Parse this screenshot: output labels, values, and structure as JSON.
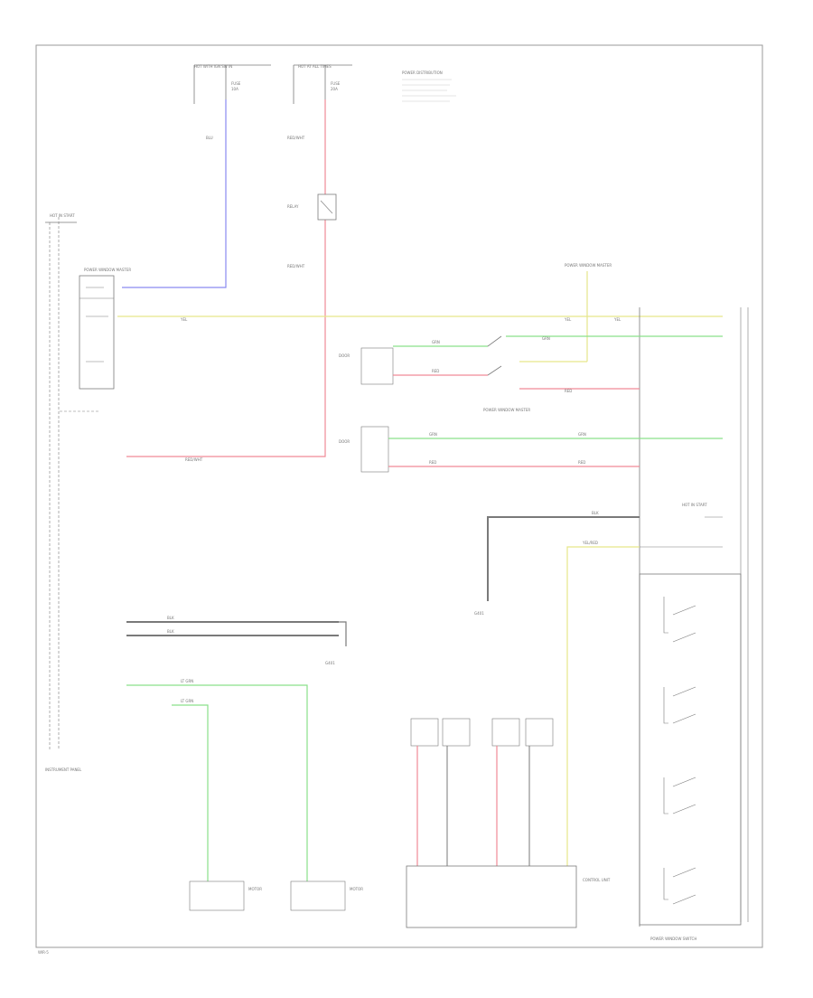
{
  "colors": {
    "frame": "#9a9a9a",
    "wire_dark": "#7a7a7a",
    "wire_blue": "#8a8af0",
    "wire_red": "#f08a96",
    "wire_yellow": "#e6e68a",
    "wire_green": "#8ae08a",
    "text": "#777777"
  },
  "labels": {
    "fuse_left_title": "HOT WITH IGN SW IN",
    "fuse_right_title": "HOT AT ALL TIMES",
    "fuse_left_name": "FUSE",
    "fuse_left_amp": "10A",
    "fuse_right_name": "FUSE",
    "fuse_right_amp": "20A",
    "blu": "BLU",
    "red_wht": "RED/WHT",
    "top_note": "POWER DISTRIBUTION",
    "relay": "RELAY",
    "hot_start": "HOT IN START",
    "power_window_master": "POWER WINDOW MASTER",
    "yel": "YEL",
    "grn": "GRN",
    "red": "RED",
    "blk": "BLK",
    "ground_label": "G401",
    "lt_grn": "LT GRN",
    "yel_red": "YEL/RED",
    "door_label": "DOOR",
    "bottom_left_note": "INSTRUMENT PANEL",
    "switch_assembly": "POWER WINDOW SWITCH",
    "motor_label": "MOTOR",
    "control_unit": "CONTROL UNIT",
    "page_code": "WIR-5"
  }
}
